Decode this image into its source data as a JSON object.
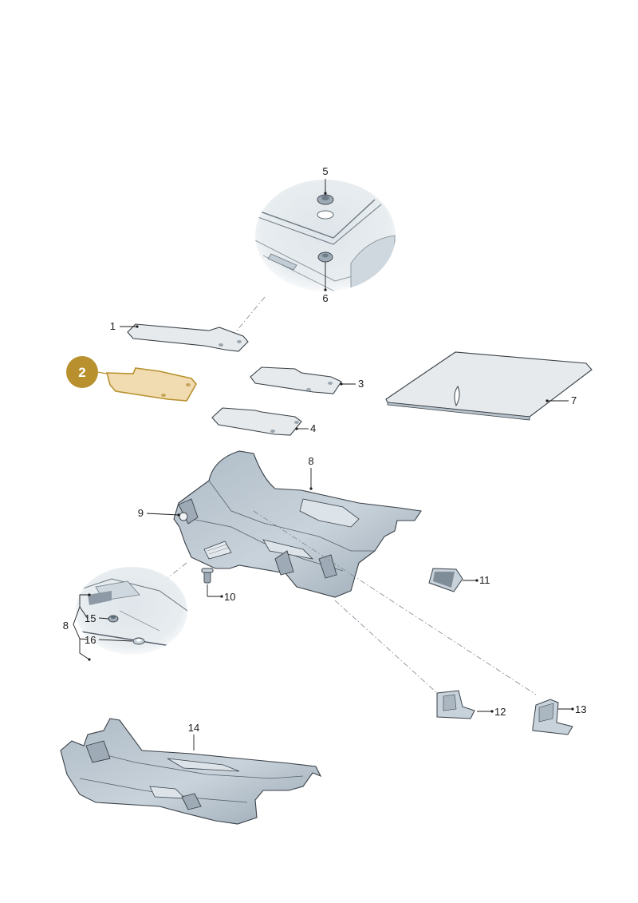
{
  "callouts": {
    "c1": "1",
    "c2": "2",
    "c3": "3",
    "c4": "4",
    "c5": "5",
    "c6": "6",
    "c7": "7",
    "c8a": "8",
    "c8b": "8",
    "c9": "9",
    "c10": "10",
    "c11": "11",
    "c12": "12",
    "c13": "13",
    "c14": "14",
    "c15": "15",
    "c16": "16"
  },
  "highlight": {
    "part": "2",
    "color": "#b8902e",
    "fill": "#f0dcb0"
  }
}
